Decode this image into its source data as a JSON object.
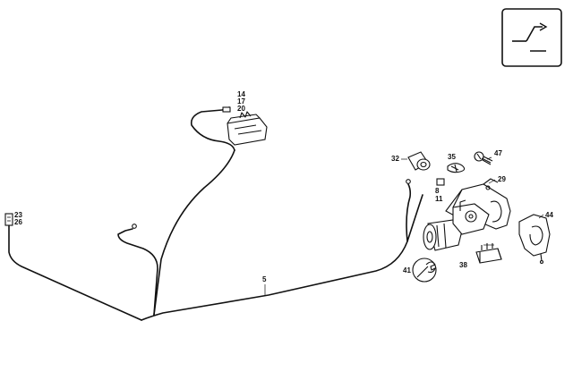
{
  "labels": {
    "l14": "14",
    "l17": "17",
    "l20": "20",
    "l23": "23",
    "l26": "26",
    "l5": "5",
    "l32": "32",
    "l35": "35",
    "l47": "47",
    "l29": "29",
    "l8": "8",
    "l11": "11",
    "l44": "44",
    "l41": "41",
    "l38": "38"
  },
  "icons": {
    "corner_symbol": "step-ramp-arrow-icon",
    "wrench": "wrench-icon"
  }
}
